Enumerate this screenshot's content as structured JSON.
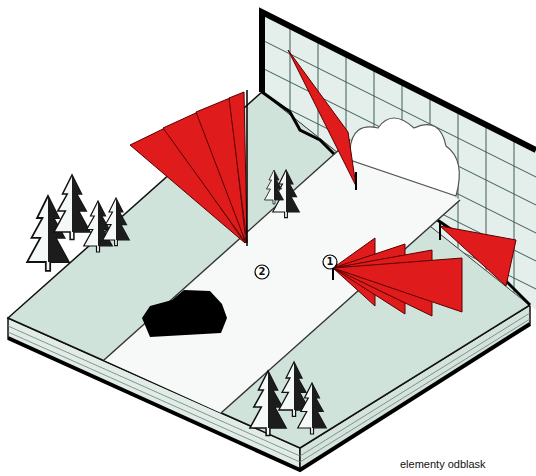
{
  "diagram": {
    "labels": [
      "1",
      "2",
      "elementy odblask"
    ]
  }
}
